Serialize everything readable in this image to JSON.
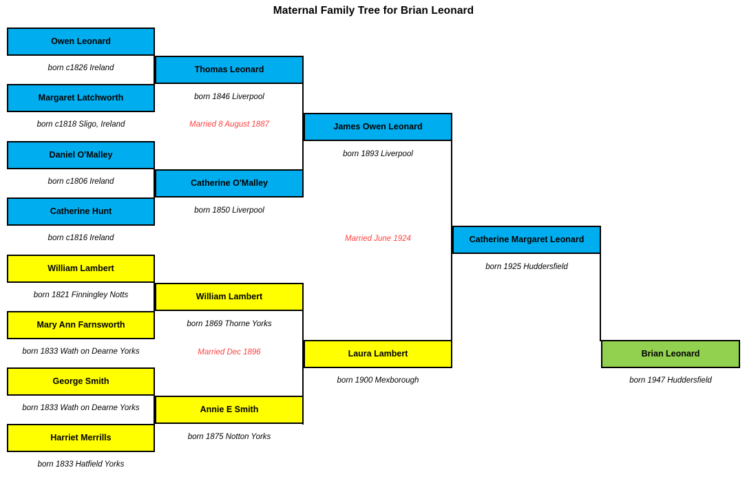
{
  "title": "Maternal Family Tree for Brian Leonard",
  "colors": {
    "blue": "#00AEEF",
    "yellow": "#FFFF00",
    "green": "#92D050",
    "married_text": "#FF4040",
    "border": "#000000"
  },
  "generation1": [
    {
      "name": "Owen Leonard",
      "born": "born c1826 Ireland",
      "color": "blue"
    },
    {
      "name": "Margaret Latchworth",
      "born": "born c1818 Sligo, Ireland",
      "color": "blue"
    },
    {
      "name": "Daniel O'Malley",
      "born": "born c1806 Ireland",
      "color": "blue"
    },
    {
      "name": "Catherine Hunt",
      "born": "born c1816 Ireland",
      "color": "blue"
    },
    {
      "name": "William Lambert",
      "born": "born 1821 Finningley Notts",
      "color": "yellow"
    },
    {
      "name": "Mary Ann Farnsworth",
      "born": "born 1833 Wath on Dearne Yorks",
      "color": "yellow"
    },
    {
      "name": "George Smith",
      "born": "born 1833 Wath on Dearne Yorks",
      "color": "yellow"
    },
    {
      "name": "Harriet Merrills",
      "born": "born 1833 Hatfield Yorks",
      "color": "yellow"
    }
  ],
  "generation2": [
    {
      "name": "Thomas Leonard",
      "born": "born  1846 Liverpool",
      "married": "Married 8 August 1887",
      "color": "blue"
    },
    {
      "name": "Catherine O'Malley",
      "born": "born 1850 Liverpool",
      "married": "",
      "color": "blue"
    },
    {
      "name": "William Lambert",
      "born": "born 1869 Thorne Yorks",
      "married": "Married Dec 1896",
      "color": "yellow"
    },
    {
      "name": "Annie E Smith",
      "born": "born 1875 Notton Yorks",
      "married": "",
      "color": "yellow"
    }
  ],
  "generation3": [
    {
      "name": "James Owen Leonard",
      "born": "born  1893 Liverpool",
      "married": "Married June 1924",
      "color": "blue"
    },
    {
      "name": "Laura Lambert",
      "born": "born 1900 Mexborough",
      "married": "",
      "color": "yellow"
    }
  ],
  "generation4": [
    {
      "name": "Catherine Margaret Leonard",
      "born": "born  1925 Huddersfield",
      "color": "blue"
    }
  ],
  "generation5": [
    {
      "name": "Brian Leonard",
      "born": "born 1947 Huddersfield",
      "color": "green"
    }
  ]
}
